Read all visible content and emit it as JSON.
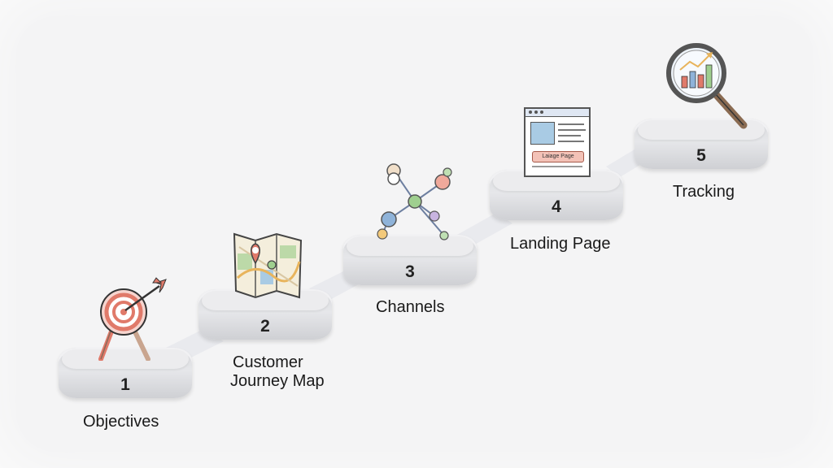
{
  "steps": [
    {
      "number": "1",
      "label": "Objectives",
      "icon": "target-icon"
    },
    {
      "number": "2",
      "label_lines": [
        "Customer",
        "Journey Map"
      ],
      "icon": "map-icon"
    },
    {
      "number": "3",
      "label": "Channels",
      "icon": "network-icon"
    },
    {
      "number": "4",
      "label": "Landing Page",
      "icon": "landing-page-icon",
      "icon_text": "Laiage Page"
    },
    {
      "number": "5",
      "label": "Tracking",
      "icon": "magnifier-chart-icon"
    }
  ],
  "colors": {
    "accent_red": "#e07a6a",
    "accent_blue": "#8fb3d9",
    "accent_green": "#9fcf8f",
    "pedestal": "#e3e4e7",
    "text": "#1a1a1a"
  }
}
